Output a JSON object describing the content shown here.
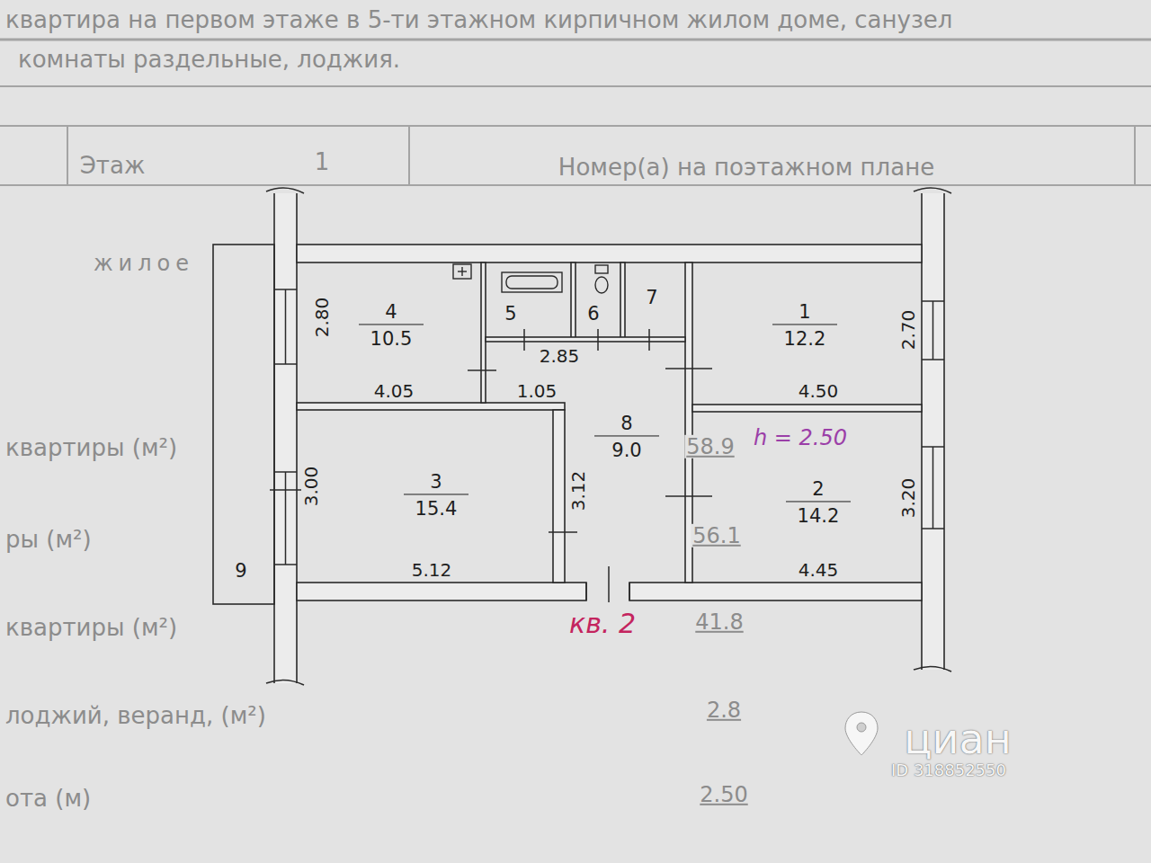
{
  "diagram": {
    "nodes": [
      {
        "text": [
          "4",
          "10.5"
        ]
      },
      {
        "text": [
          "5"
        ]
      },
      {
        "text": [
          "6"
        ]
      },
      {
        "text": [
          "7"
        ]
      },
      {
        "text": [
          "1",
          "12.2"
        ]
      },
      {
        "text": [
          "3",
          "15.4"
        ]
      },
      {
        "text": [
          "8",
          "9.0"
        ]
      },
      {
        "text": [
          "2",
          "14.2"
        ]
      },
      {
        "text": [
          "9"
        ]
      }
    ],
    "labels": [
      "квартира на первом этаже в 5-ти этажном кирпичном жилом доме, санузел",
      "комнаты раздельные, лоджия.",
      "Этаж",
      "1",
      "Номер(а) на поэтажном плане",
      "жилое",
      "квартиры (м²)",
      "58.9",
      "ры (м²)",
      "56.1",
      "квартиры (м²)",
      "41.8",
      "лоджий, веранд, (м²)",
      "2.8",
      "ота (м)",
      "2.50",
      "2.80",
      "4.05",
      "1.05",
      "2.85",
      "4.50",
      "2.70",
      "3.00",
      "3.12",
      "5.12",
      "4.45",
      "3.20",
      "h = 2.50",
      "кв. 2",
      "циан",
      "ID 318852550"
    ]
  }
}
